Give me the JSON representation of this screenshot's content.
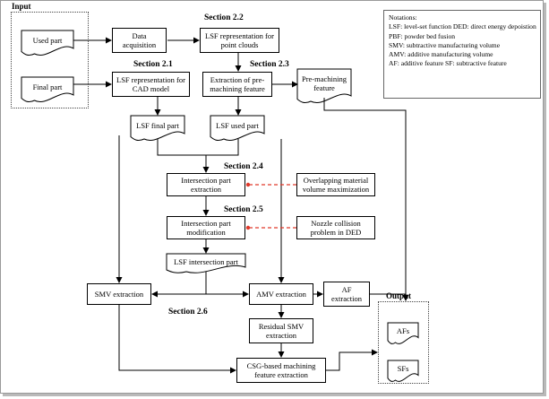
{
  "regions": {
    "input_label": "Input",
    "output_label": "Output"
  },
  "nodes": {
    "used_part": "Used part",
    "final_part": "Final part",
    "data_acquisition": "Data acquisition",
    "lsf_point_clouds": "LSF representation for point clouds",
    "lsf_cad": "LSF representation for CAD model",
    "extraction_premachining": "Extraction of pre-machining feature",
    "premachining_feature": "Pre-machining feature",
    "lsf_final_part": "LSF final part",
    "lsf_used_part": "LSF used part",
    "intersection_extraction": "Intersection part extraction",
    "overlapping": "Overlapping material volume maximization",
    "intersection_modification": "Intersection part modification",
    "nozzle": "Nozzle collision problem in DED",
    "lsf_intersection": "LSF intersection part",
    "smv_extraction": "SMV extraction",
    "amv_extraction": "AMV extraction",
    "af_extraction": "AF extraction",
    "residual_smv": "Residual SMV extraction",
    "csg": "CSG-based machining feature extraction",
    "afs": "AFs",
    "sfs": "SFs"
  },
  "sections": {
    "s21": "Section 2.1",
    "s22": "Section 2.2",
    "s23": "Section 2.3",
    "s24": "Section 2.4",
    "s25": "Section 2.5",
    "s26": "Section 2.6"
  },
  "notations": {
    "title": "Notations:",
    "lines": [
      "LSF: level-set function   DED: direct energy depoistion",
      "PBF: powder bed fusion",
      "SMV: subtractive manufacturing volume",
      "AMV: additive manufacturing volume",
      "AF: additive feature    SF: subtractive feature"
    ]
  },
  "colors": {
    "line": "#000000",
    "dashed_link": "#e0392b",
    "frame": "#9a9a9a"
  }
}
